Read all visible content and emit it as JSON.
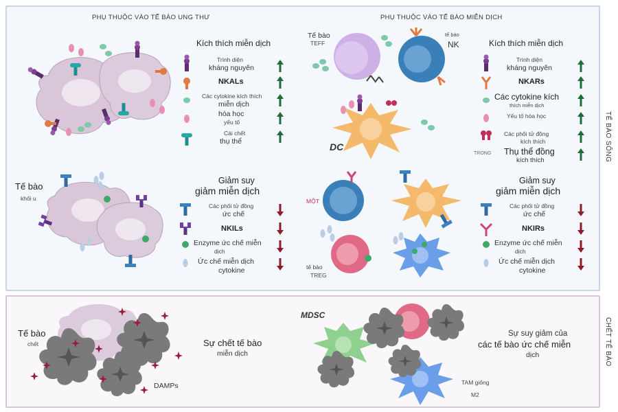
{
  "headers": {
    "left": "PHỤ THUỘC VÀO TẾ BÀO UNG THƯ",
    "right": "PHỤ THUỘC VÀO TẾ BÀO MIỄN DỊCH"
  },
  "side_labels": {
    "top": "TẾ BÀO SỐNG",
    "bottom": "CHẾT TẾ BÀO"
  },
  "left_stim": {
    "title": "Kích thích miễn dịch",
    "items": [
      {
        "l1": "Trình diện",
        "l2": "kháng nguyên"
      },
      {
        "l1": "NKALs"
      },
      {
        "l1": "Các cytokine kích thích",
        "l2": "miễn dịch"
      },
      {
        "l1": "hóa học",
        "l2": "yếu tố"
      },
      {
        "l1": "Cái chết",
        "l2": "thụ thể"
      }
    ]
  },
  "right_stim": {
    "title": "Kích thích miễn dịch",
    "items": [
      {
        "l1": "Trình diện",
        "l2": "kháng nguyên"
      },
      {
        "l1": "NKARs"
      },
      {
        "l1": "Các cytokine kích",
        "l2": "thích miễn dịch"
      },
      {
        "l1": "Yếu tố hóa học"
      },
      {
        "l1": "Các phối tử đồng",
        "l2": "kích thích"
      },
      {
        "l1": "Thụ thể đồng",
        "l2": "kích thích"
      }
    ],
    "trong": "TRONG"
  },
  "left_supp": {
    "title1": "Giảm suy",
    "title2": "giảm miễn dịch",
    "items": [
      {
        "l1": "Các phối tử đồng",
        "l2": "ức chế"
      },
      {
        "l1": "NKILs"
      },
      {
        "l1": "Enzyme ức chế miễn",
        "l2": "dịch"
      },
      {
        "l1": "Ức chế miễn dịch",
        "l2": "cytokine"
      }
    ]
  },
  "right_supp": {
    "title1": "Giảm suy",
    "title2": "giảm miễn dịch",
    "items": [
      {
        "l1": "Các phối tử đồng",
        "l2": "ức chế"
      },
      {
        "l1": "NKIRs"
      },
      {
        "l1": "Enzyme ức chế miễn",
        "l2": "dịch"
      },
      {
        "l1": "Ức chế miễn dịch",
        "l2": "cytokine"
      }
    ]
  },
  "cells": {
    "teff1": "Tế bào",
    "teff2": "TEFF",
    "nk1": "tế bào",
    "nk2": "NK",
    "dc": "DC",
    "tumor1": "Tế bào",
    "tumor2": "khối u",
    "mot": "MỘT",
    "treg1": "tế bào",
    "treg2": "TREG"
  },
  "bottom": {
    "dead1": "Tế bào",
    "dead2": "chết",
    "damps": "DAMPs",
    "center1": "Sự chết tế bào",
    "center2": "miễn dịch",
    "mdsc": "MDSC",
    "right1": "Sự suy giảm của",
    "right2": "các tế bào ức chế miễn",
    "right3": "dịch",
    "tam1": "TAM giống",
    "tam2": "M2"
  },
  "colors": {
    "up_arrow": "#1f6b3a",
    "down_arrow": "#8e1b2c",
    "tumor_cell": "#d9c6d9",
    "dead_cell": "#7a7a7a",
    "damp_star": "#9a1a3a"
  }
}
